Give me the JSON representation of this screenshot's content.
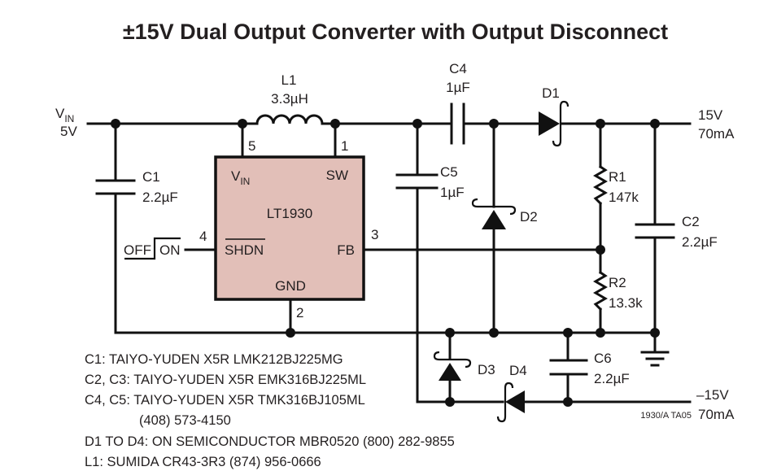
{
  "title": "±15V Dual Output Converter with Output Disconnect",
  "colors": {
    "ic_fill": "#e2bfb8",
    "ink": "#231f20",
    "background": "#ffffff"
  },
  "input": {
    "label": "V",
    "label_sub": "IN",
    "value": "5V"
  },
  "outputs": {
    "positive": {
      "voltage": "15V",
      "current": "70mA"
    },
    "negative": {
      "voltage": "–15V",
      "current": "70mA"
    }
  },
  "ic": {
    "part": "LT1930",
    "pins": {
      "vin": {
        "name": "V",
        "name_sub": "IN",
        "number": "5"
      },
      "sw": {
        "name": "SW",
        "number": "1"
      },
      "shdn": {
        "name": "SHDN",
        "number": "4"
      },
      "fb": {
        "name": "FB",
        "number": "3"
      },
      "gnd": {
        "name": "GND",
        "number": "2"
      }
    }
  },
  "shutdown_control": {
    "off": "OFF",
    "on": "ON"
  },
  "components": {
    "L1": {
      "ref": "L1",
      "value": "3.3µH"
    },
    "C1": {
      "ref": "C1",
      "value": "2.2µF"
    },
    "C2": {
      "ref": "C2",
      "value": "2.2µF"
    },
    "C4": {
      "ref": "C4",
      "value": "1µF"
    },
    "C5": {
      "ref": "C5",
      "value": "1µF"
    },
    "C6": {
      "ref": "C6",
      "value": "2.2µF"
    },
    "R1": {
      "ref": "R1",
      "value": "147k"
    },
    "R2": {
      "ref": "R2",
      "value": "13.3k"
    },
    "D1": {
      "ref": "D1"
    },
    "D2": {
      "ref": "D2"
    },
    "D3": {
      "ref": "D3"
    },
    "D4": {
      "ref": "D4"
    }
  },
  "figure_id": "1930/A TA05",
  "notes": [
    "C1: TAIYO-YUDEN X5R LMK212BJ225MG",
    "C2, C3: TAIYO-YUDEN X5R EMK316BJ225ML",
    "C4, C5: TAIYO-YUDEN X5R TMK316BJ105ML",
    "(408) 573-4150",
    "D1 TO D4: ON SEMICONDUCTOR MBR0520 (800) 282-9855",
    "L1: SUMIDA CR43-3R3 (874) 956-0666"
  ]
}
